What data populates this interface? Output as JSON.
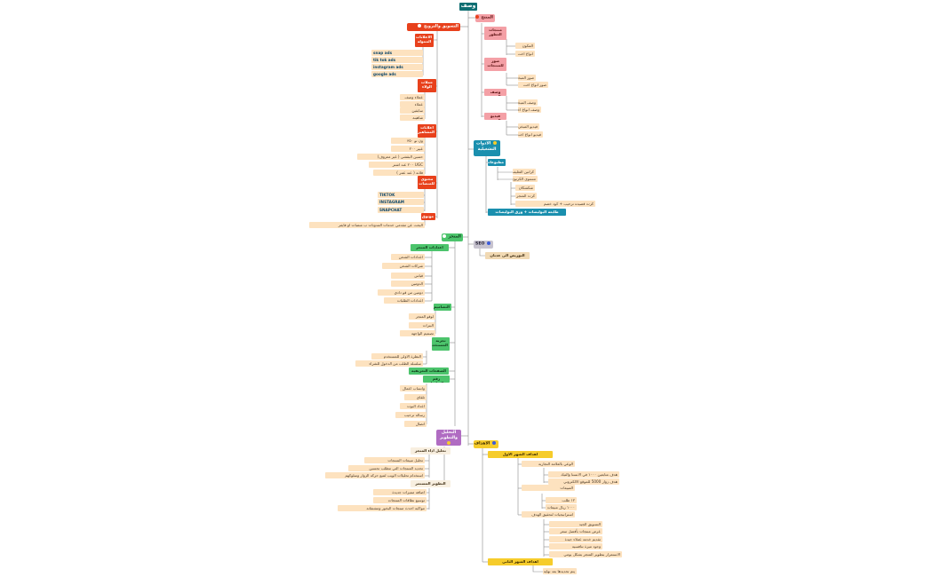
{
  "root": "وصف",
  "branches": {
    "marketing": {
      "title": "التسويق والترويج",
      "ads": {
        "title": "الاعلانات الممولة",
        "items": [
          "snap ads",
          "tik tok ads",
          "instagram ads",
          "google ads"
        ]
      },
      "loyalty": {
        "title": "حملات الولاء",
        "items": [
          "عملاء وصف",
          "عملاء",
          "سابقين",
          "شاهينة"
        ]
      },
      "influencers": {
        "title": "اعلانات المشاهير",
        "items": [
          "ون تو ٣٥٠",
          "عبير ٢٠٠",
          "حسين البقشي ( غير معروف)",
          "UGC ٢٠٠ عند اشتر",
          "فلانة ( عند عمر )"
        ]
      },
      "content": {
        "title": "محتوى للمنصات",
        "items": [
          "TIKTOK",
          "INSTAGRAM",
          "SNAPCHAT"
        ]
      },
      "ooh": {
        "title": "موثوق",
        "items": [
          "البحث عن مقدمي خدمات المدونات ب منصات او فايفر"
        ]
      }
    },
    "product": {
      "title": "المنتج",
      "perfumes": {
        "title": "منتجات العطور",
        "items": [
          "المكون",
          "انواع اخت"
        ]
      },
      "images": {
        "title": "صور للمنتجات",
        "items": [
          "صور المبخره",
          "صور انواع اخت"
        ]
      },
      "desc": {
        "title": "وصف المنتج",
        "items": [
          "وصف المبخره",
          "وصف انواع اخت"
        ]
      },
      "video": {
        "title": "فيديو المنتج",
        "items": [
          "فيديو المبخره",
          "فيديو انواع اخت"
        ]
      }
    },
    "tools": {
      "title": "الادوات التشغيلية",
      "printing": {
        "title": "مطبوعات",
        "items": [
          "كراتين التغليف",
          "مستوى الكرتون"
        ]
      },
      "sub": [
        "شكشكان",
        "كرت المتجر",
        "كرت قصيده ترحيب + كود خصم"
      ],
      "policy": "طابعة البوليصات + ورق البوليصات"
    },
    "store": {
      "title": "المتجر",
      "settings": {
        "title": "اعدادات المتجر",
        "items": [
          "اعدادات الشحن",
          "شركات الشحن",
          "قياس",
          "الدومين",
          "دومين من قو دادي",
          "اعدادات الطلبات"
        ]
      },
      "design": {
        "title": "التصاميم",
        "items": [
          "لوقو المتجر",
          "البنرات",
          "تصميم الواجهة"
        ]
      },
      "ux": {
        "title": "تجربة المستخدم",
        "items": [
          "النظرة الاولى للمستخدم",
          "سلسلة الطلب من الدخول للشراء"
        ]
      },
      "info_pages": {
        "title": "الصفحات التعريفية"
      },
      "contact": {
        "title": "رقم التواصل",
        "items": [
          "واتساب اعمال",
          "تلقاي",
          "اعداد البوت",
          "رسالة ترحيب",
          "اتصال"
        ]
      }
    },
    "seo": {
      "title": "SEO",
      "items": [
        "التوريض الى عدنان"
      ]
    },
    "analysis": {
      "title": "التحليل والتطوير",
      "perf": {
        "title": "تحليل اداء المتجر",
        "items": [
          "تحليل مبيعات المنتجات",
          "تحديد المنتجات التي تتطلب تحسين",
          "استخدام تحليلات الويب لتتبع حركة الزوار وسلوكهم"
        ]
      },
      "dev": {
        "title": "التطوير المستمر",
        "items": [
          "اضافة مميزات جديدة",
          "توسيع نطاقات المنتجات",
          "مواكبة احدث منتجات البخور ومشتقاته"
        ]
      }
    },
    "goals": {
      "title": "الاهداف",
      "m1": {
        "title": "اهداف الشهر الاول",
        "awareness": "الوعي بالعلامة التجارية",
        "awareness_items": [
          "هدف متابعين ١٠٠٠ في الانستا والتيك",
          "هدف زوار 5000 للموقع الالكتروني"
        ],
        "sales": "المبيعات",
        "sales_items": [
          "١٢ طلب",
          "١٠٠٠ ريال مبيعات"
        ],
        "strategy": "استراتيجيات لتحقيق الهدف",
        "strategy_items": [
          "التسويق الجيد",
          "عرض منتجات بأفضل سعر",
          "تقديم خدمة عملاء جيدة",
          "وجود ميزة تنافسية",
          "الاستمرار بتطوير المتجر بشكل يومي"
        ]
      },
      "m2": {
        "title": "اهداف الشهر الثاني",
        "items": [
          "يتم تحديدها بعد نهاية اول شهر"
        ]
      }
    }
  }
}
